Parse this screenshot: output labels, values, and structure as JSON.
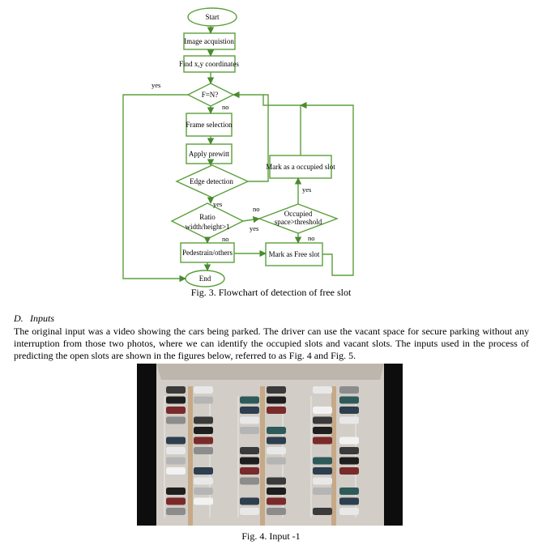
{
  "figure3": {
    "nodes": {
      "start": "Start",
      "acquisition": "Image acquistion",
      "coordinates": "Find x,y coordinates",
      "fn_check": "F=N?",
      "frame_selection": "Frame selection",
      "prewitt": "Apply prewitt",
      "edge_detection": "Edge detection",
      "ratio_line1": "Ratio",
      "ratio_line2": "width/height>1",
      "occupied_line1": "Occupied",
      "occupied_line2": "space>threshold",
      "mark_occupied": "Mark as a occupied slot",
      "mark_free": "Mark as Free slot",
      "pedestrian": "Pedestrain/others",
      "end": "End"
    },
    "edge_labels": {
      "fn_yes": "yes",
      "fn_no": "no",
      "edge_yes": "yes",
      "ratio_no": "no",
      "ratio_right_no": "no",
      "ratio_right_yes": "yes",
      "occupied_yes": "yes",
      "occupied_no": "no"
    },
    "caption": "Fig. 3. Flowchart of detection of free slot",
    "colors": {
      "stroke": "#5aa03c"
    }
  },
  "section": {
    "letter": "D.",
    "title": "Inputs"
  },
  "paragraph": "The original input was a video showing the cars being parked. The driver can use the vacant space for secure parking without any interruption from those two photos, where we can identify the occupied slots and vacant slots. The inputs used in the process of predicting the open slots are shown in the figures below, referred to as Fig. 4 and Fig. 5.",
  "figure4": {
    "caption": "Fig. 4. Input -1",
    "description_icon": "aerial-parking-lot-photo"
  }
}
